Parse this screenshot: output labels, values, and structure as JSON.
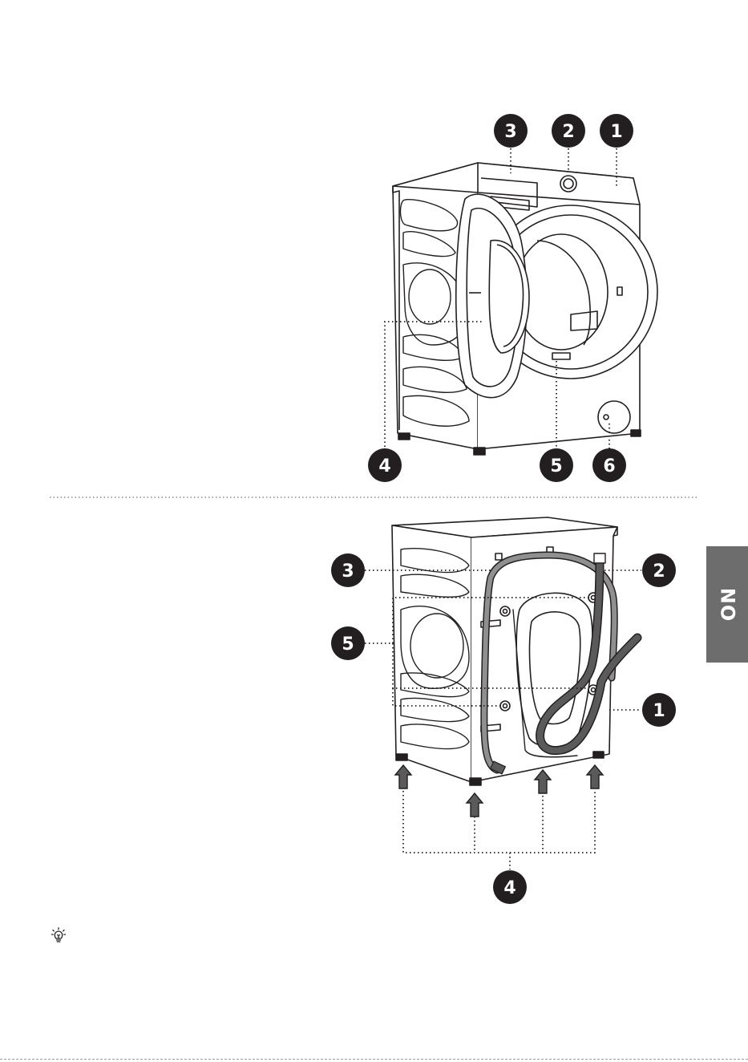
{
  "side_tab": {
    "label": "NO"
  },
  "figure_front": {
    "callouts": [
      {
        "id": "front-1",
        "number": "1"
      },
      {
        "id": "front-2",
        "number": "2"
      },
      {
        "id": "front-3",
        "number": "3"
      },
      {
        "id": "front-4",
        "number": "4"
      },
      {
        "id": "front-5",
        "number": "5"
      },
      {
        "id": "front-6",
        "number": "6"
      }
    ]
  },
  "figure_back": {
    "callouts": [
      {
        "id": "back-1",
        "number": "1"
      },
      {
        "id": "back-2",
        "number": "2"
      },
      {
        "id": "back-3",
        "number": "3"
      },
      {
        "id": "back-4",
        "number": "4"
      },
      {
        "id": "back-5",
        "number": "5"
      }
    ]
  },
  "icons": {
    "tip": "lightbulb-icon",
    "arrow": "arrow-up-icon"
  },
  "colors": {
    "callout": "#231f20",
    "tab": "#6d6d6d",
    "hose": "#555555",
    "line": "#231f20"
  }
}
